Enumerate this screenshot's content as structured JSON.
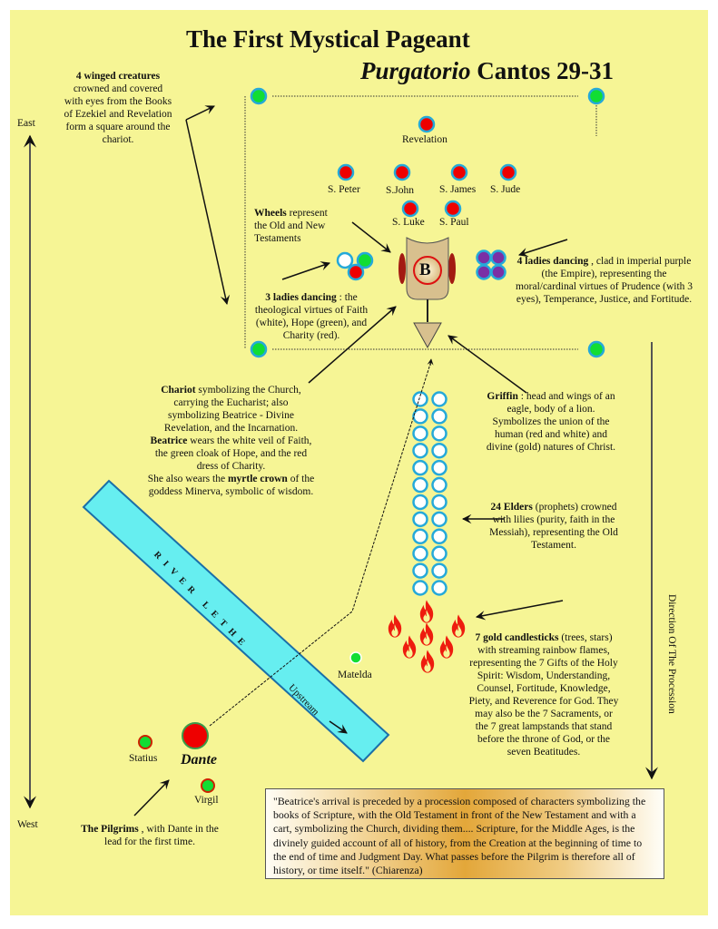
{
  "title": {
    "line1": "The First Mystical Pageant",
    "line2_italic": "Purgatorio",
    "line2_rest": " Cantos 29-31"
  },
  "compass": {
    "east": "East",
    "west": "West"
  },
  "direction_label": "Direction Of The Procession",
  "annotations": {
    "winged_creatures": {
      "bold": "4 winged creatures",
      "text": "crowned and covered with eyes from the Books of Ezekiel and Revelation form a square around the chariot."
    },
    "wheels": {
      "bold": "Wheels",
      "text": " represent the Old and New Testaments"
    },
    "three_ladies": {
      "bold": "3 ladies dancing",
      "text": " : the theological virtues of Faith (white), Hope (green), and Charity (red)."
    },
    "four_ladies": {
      "bold": "4 ladies dancing",
      "text": " , clad in imperial purple (the Empire), representing the moral/cardinal virtues of Prudence (with 3 eyes), Temperance, Justice, and Fortitude."
    },
    "chariot": {
      "bold": "Chariot",
      "text": " symbolizing the Church, carrying the Eucharist; also symbolizing Beatrice - Divine Revelation, and the Incarnation."
    },
    "beatrice": {
      "bold": "Beatrice",
      "text": " wears the white veil of Faith, the green cloak of Hope, and the red dress of Charity."
    },
    "myrtle": {
      "pre": "She also wears the ",
      "bold": "myrtle crown",
      "text": " of the goddess Minerva, symbolic of wisdom."
    },
    "griffin": {
      "bold": "Griffin",
      "text": " : head and wings of an eagle, body of a lion. Symbolizes the union of the human (red and white) and divine (gold) natures of Christ."
    },
    "elders": {
      "bold": "24 Elders",
      "text": " (prophets) crowned with lilies (purity, faith in the Messiah), representing the Old Testament."
    },
    "candlesticks": {
      "bold": "7 gold candlesticks",
      "text": " (trees, stars) with streaming rainbow flames, representing the 7 Gifts of the Holy Spirit: Wisdom, Understanding, Counsel, Fortitude, Knowledge, Piety, and Reverence for God. They may also be the 7 Sacraments, or the 7 great lampstands that stand before the throne of God, or the seven Beatitudes."
    },
    "pilgrims": {
      "bold": "The Pilgrims",
      "text": " , with Dante in the lead for the first time."
    }
  },
  "figures": {
    "revelation": "Revelation",
    "apostles_row1": [
      "S. Peter",
      "S.John",
      "S. James",
      "S. Jude"
    ],
    "apostles_row2": [
      "S. Luke",
      "S. Paul"
    ],
    "beatrice_letter": "B",
    "matelda": "Matelda",
    "statius": "Statius",
    "dante": "Dante",
    "virgil": "Virgil"
  },
  "river": {
    "name": "RIVER LETHE",
    "upstream": "Upstream"
  },
  "elders_count": 24,
  "candlesticks_count": 7,
  "quote": "\"Beatrice's arrival is preceded by a procession composed of characters symbolizing the books of Scripture, with the Old Testament in front of the New Testament and with a cart, symbolizing the Church, dividing them....   Scripture, for the Middle Ages, is the divinely guided account of all of history, from the Creation at the beginning of time to the end of time and Judgment Day. What passes before the Pilgrim is therefore all of history, or time itself.\" (Chiarenza)",
  "colors": {
    "background": "#f6f595",
    "red": "#ee0000",
    "green": "#11dd33",
    "purple": "#7a2fa5",
    "ring_blue": "#25a9d9",
    "river": "#66eef0",
    "chariot": "#d8c08e",
    "flame": "#ee1c0e"
  }
}
